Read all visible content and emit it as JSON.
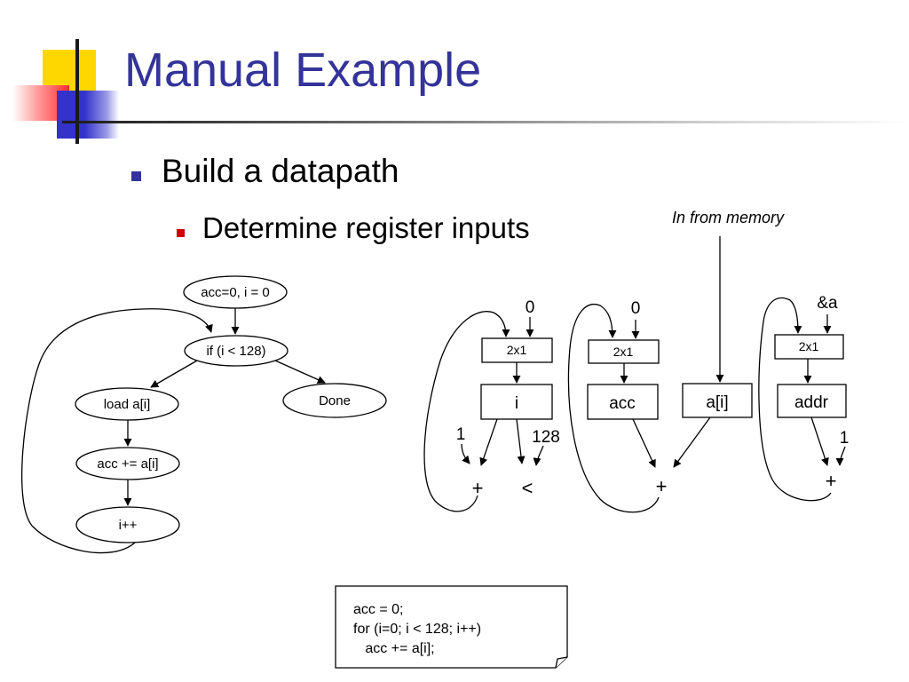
{
  "slide": {
    "title": "Manual Example",
    "bullets": [
      {
        "level": 1,
        "text": "Build a datapath"
      },
      {
        "level": 2,
        "text": "Determine register inputs"
      }
    ],
    "colors": {
      "title": "#333399",
      "bullet_l1": "#333399",
      "bullet_l2": "#cc0000",
      "logo_yellow": "#ffd700",
      "logo_red": "#ff3030",
      "logo_blue": "#3333cc"
    }
  },
  "flowchart": {
    "nodes": [
      {
        "id": "init",
        "label": "acc=0, i = 0"
      },
      {
        "id": "cond",
        "label": "if (i < 128)"
      },
      {
        "id": "load",
        "label": "load a[i]"
      },
      {
        "id": "done",
        "label": "Done"
      },
      {
        "id": "accum",
        "label": "acc += a[i]"
      },
      {
        "id": "inc",
        "label": "i++"
      }
    ]
  },
  "datapath": {
    "memory_label": "In from memory",
    "mux_label": "2x1",
    "inputs": {
      "i_const": "0",
      "acc_const": "0",
      "addr_const": "&a"
    },
    "registers": {
      "i": "i",
      "acc": "acc",
      "ai": "a[i]",
      "addr": "addr"
    },
    "operands": {
      "one_i": "1",
      "limit": "128",
      "one_addr": "1"
    },
    "ops": {
      "i_add": "+",
      "i_cmp": "<",
      "acc_add": "+",
      "addr_add": "+"
    }
  },
  "code": {
    "lines": [
      "acc = 0;",
      "for (i=0; i < 128; i++)",
      "   acc += a[i];"
    ]
  }
}
